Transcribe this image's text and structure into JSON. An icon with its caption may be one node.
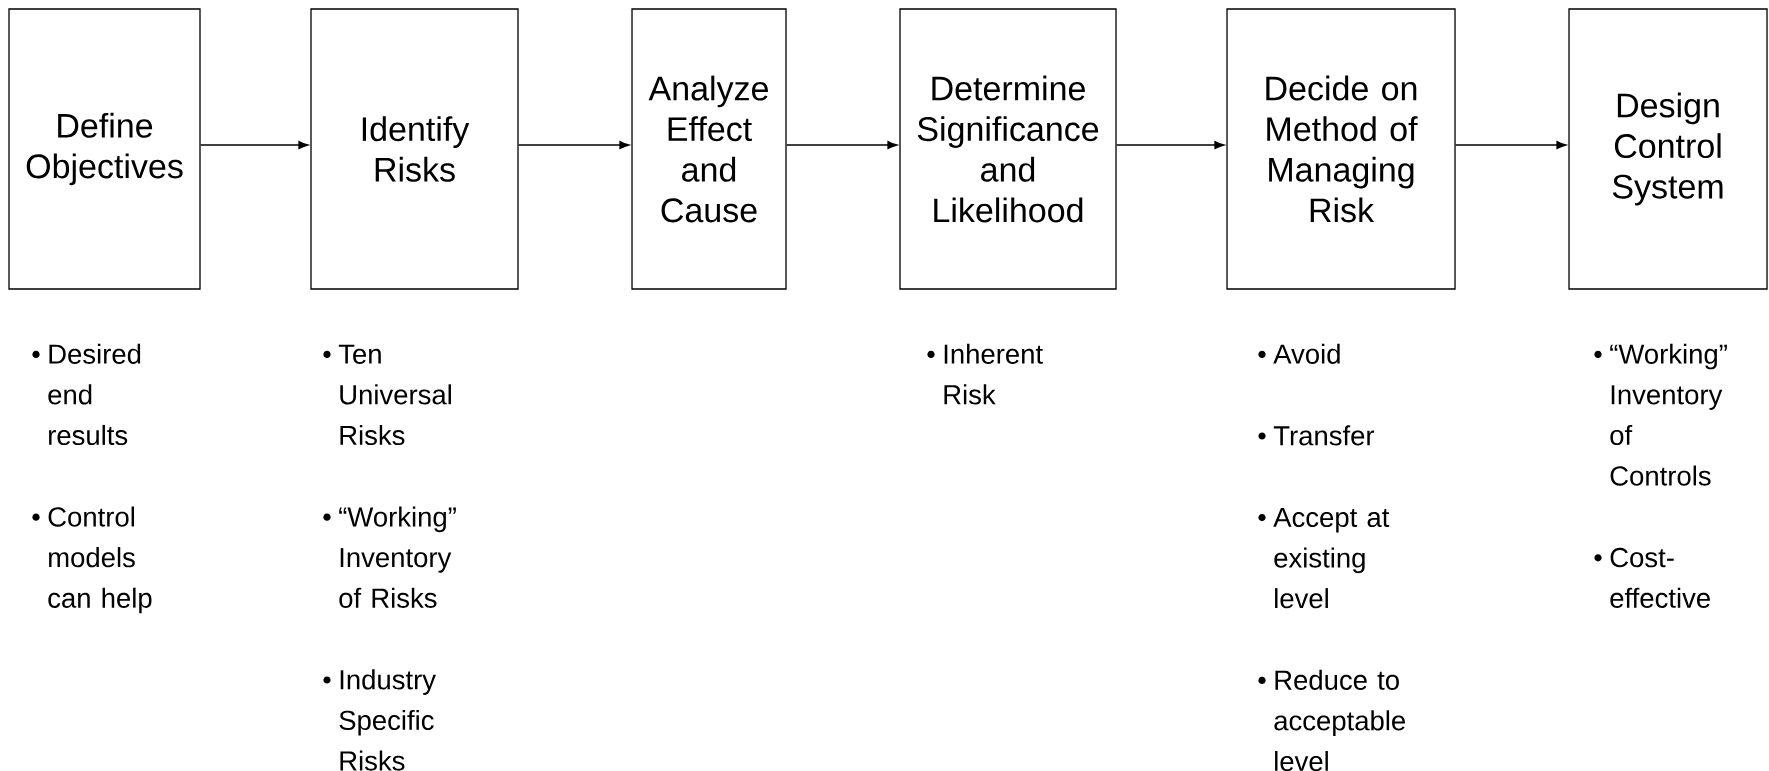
{
  "diagram": {
    "nodes": [
      {
        "text": [
          "Define Objectives"
        ],
        "beside": [
          "Desired end results",
          "Control models can help"
        ]
      },
      {
        "text": [
          "Identify Risks"
        ],
        "beside": [
          "Ten Universal Risks",
          "“Working” Inventory of Risks",
          "Industry Specific Risks"
        ]
      },
      {
        "text": [
          "Analyze Effect and Cause"
        ]
      },
      {
        "text": [
          "Determine Significance and Likelihood"
        ],
        "beside": [
          "Inherent Risk"
        ]
      },
      {
        "text": [
          "Decide on Method of Managing Risk"
        ],
        "beside": [
          "Avoid",
          "Transfer",
          "Accept at existing level",
          "Reduce to acceptable level"
        ]
      },
      {
        "text": [
          "Design Control System"
        ],
        "beside": [
          "“Working” Inventory of Controls",
          "Cost-effective"
        ]
      }
    ],
    "edges": [
      {
        "from": 0,
        "to": 1,
        "arrow": "to"
      },
      {
        "from": 1,
        "to": 2,
        "arrow": "to"
      },
      {
        "from": 2,
        "to": 3,
        "arrow": "to"
      },
      {
        "from": 3,
        "to": 4,
        "arrow": "to"
      },
      {
        "from": 4,
        "to": 5,
        "arrow": "to"
      }
    ]
  }
}
